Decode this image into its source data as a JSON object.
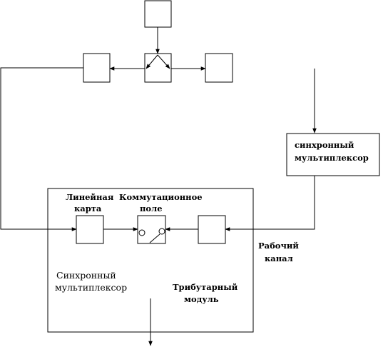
{
  "labels": {
    "sync_mux_top_line1": "синхронный",
    "sync_mux_top_line2": "мультиплексор",
    "line_card_line1": "Линейная",
    "line_card_line2": "карта",
    "switch_field_line1": "Коммутационное",
    "switch_field_line2": "поле",
    "work_channel_line1": "Рабочий",
    "work_channel_line2": "канал",
    "sync_mux_bottom_line1": "Синхронный",
    "sync_mux_bottom_line2": "мультиплексор",
    "tributary_line1": "Трибутарный",
    "tributary_line2": "модуль"
  },
  "colors": {
    "stroke": "#000000",
    "background": "#ffffff"
  }
}
